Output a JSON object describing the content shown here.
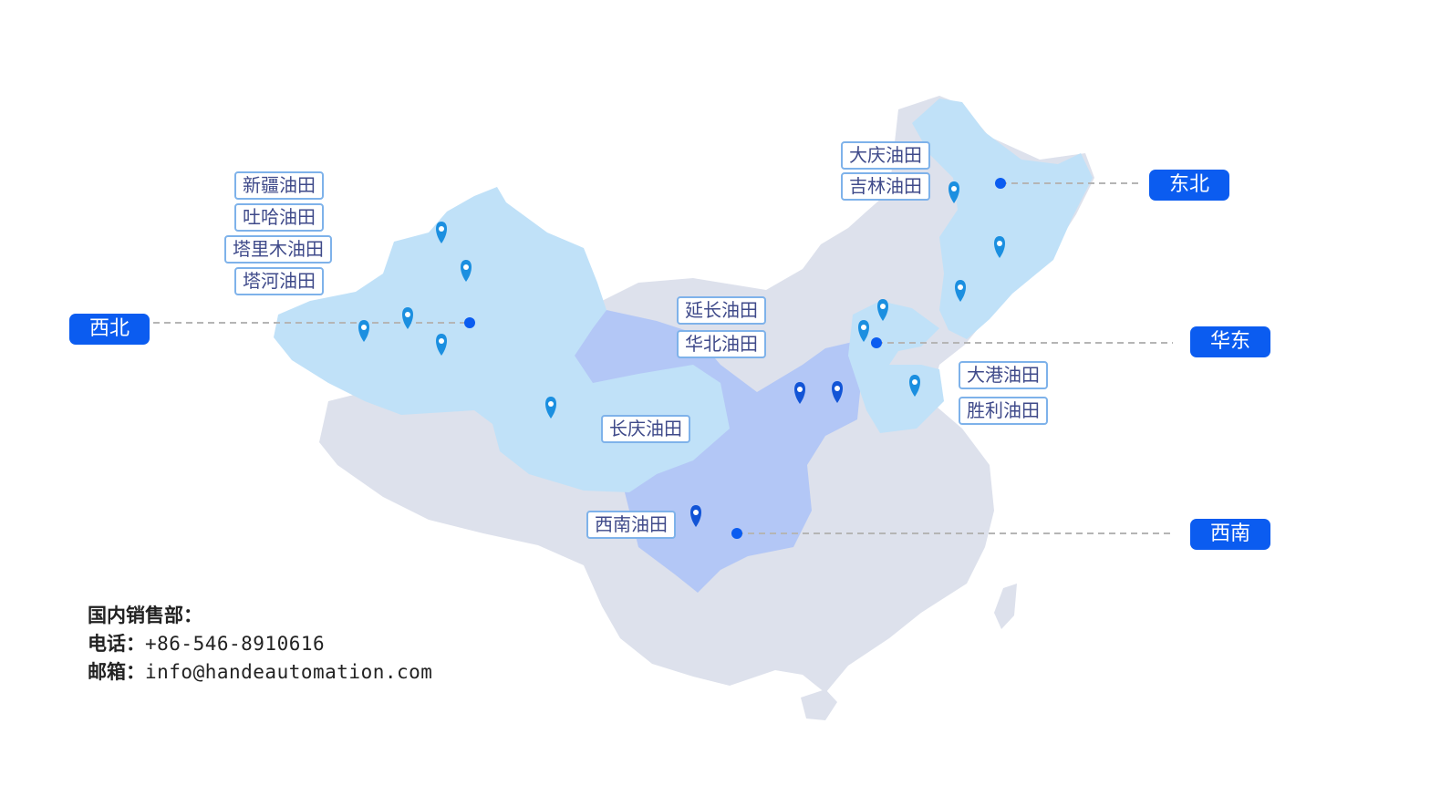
{
  "colors": {
    "base_land": "#dde1ec",
    "northwest_region": "#c0e1f8",
    "north_region": "#b3c7f6",
    "southwest_region": "#b3c7f6",
    "badge": "#0b5cf0",
    "pin": "#1b8fe0",
    "pin_dark": "#1254d6",
    "hub_dot": "#0b5cf0",
    "label_border": "#7eb2ea",
    "label_text": "#3f4a8a",
    "connector": "#b5b5b5"
  },
  "regions": {
    "northwest": "西北",
    "northeast": "东北",
    "east": "华东",
    "southwest": "西南"
  },
  "oilfields": {
    "xinjiang": "新疆油田",
    "tuha": "吐哈油田",
    "tarim": "塔里木油田",
    "tahe": "塔河油田",
    "daqing": "大庆油田",
    "jilin": "吉林油田",
    "yanchang": "延长油田",
    "huabei": "华北油田",
    "changqing": "长庆油田",
    "dagang": "大港油田",
    "shengli": "胜利油田",
    "southwest": "西南油田"
  },
  "contact": {
    "department": "国内销售部：",
    "phone_label": "电话：",
    "phone": "+86-546-8910616",
    "email_label": "邮箱：",
    "email": "info@handeautomation.com"
  },
  "icons": {
    "pin": "map-pin-icon",
    "hub": "hub-dot-icon"
  }
}
